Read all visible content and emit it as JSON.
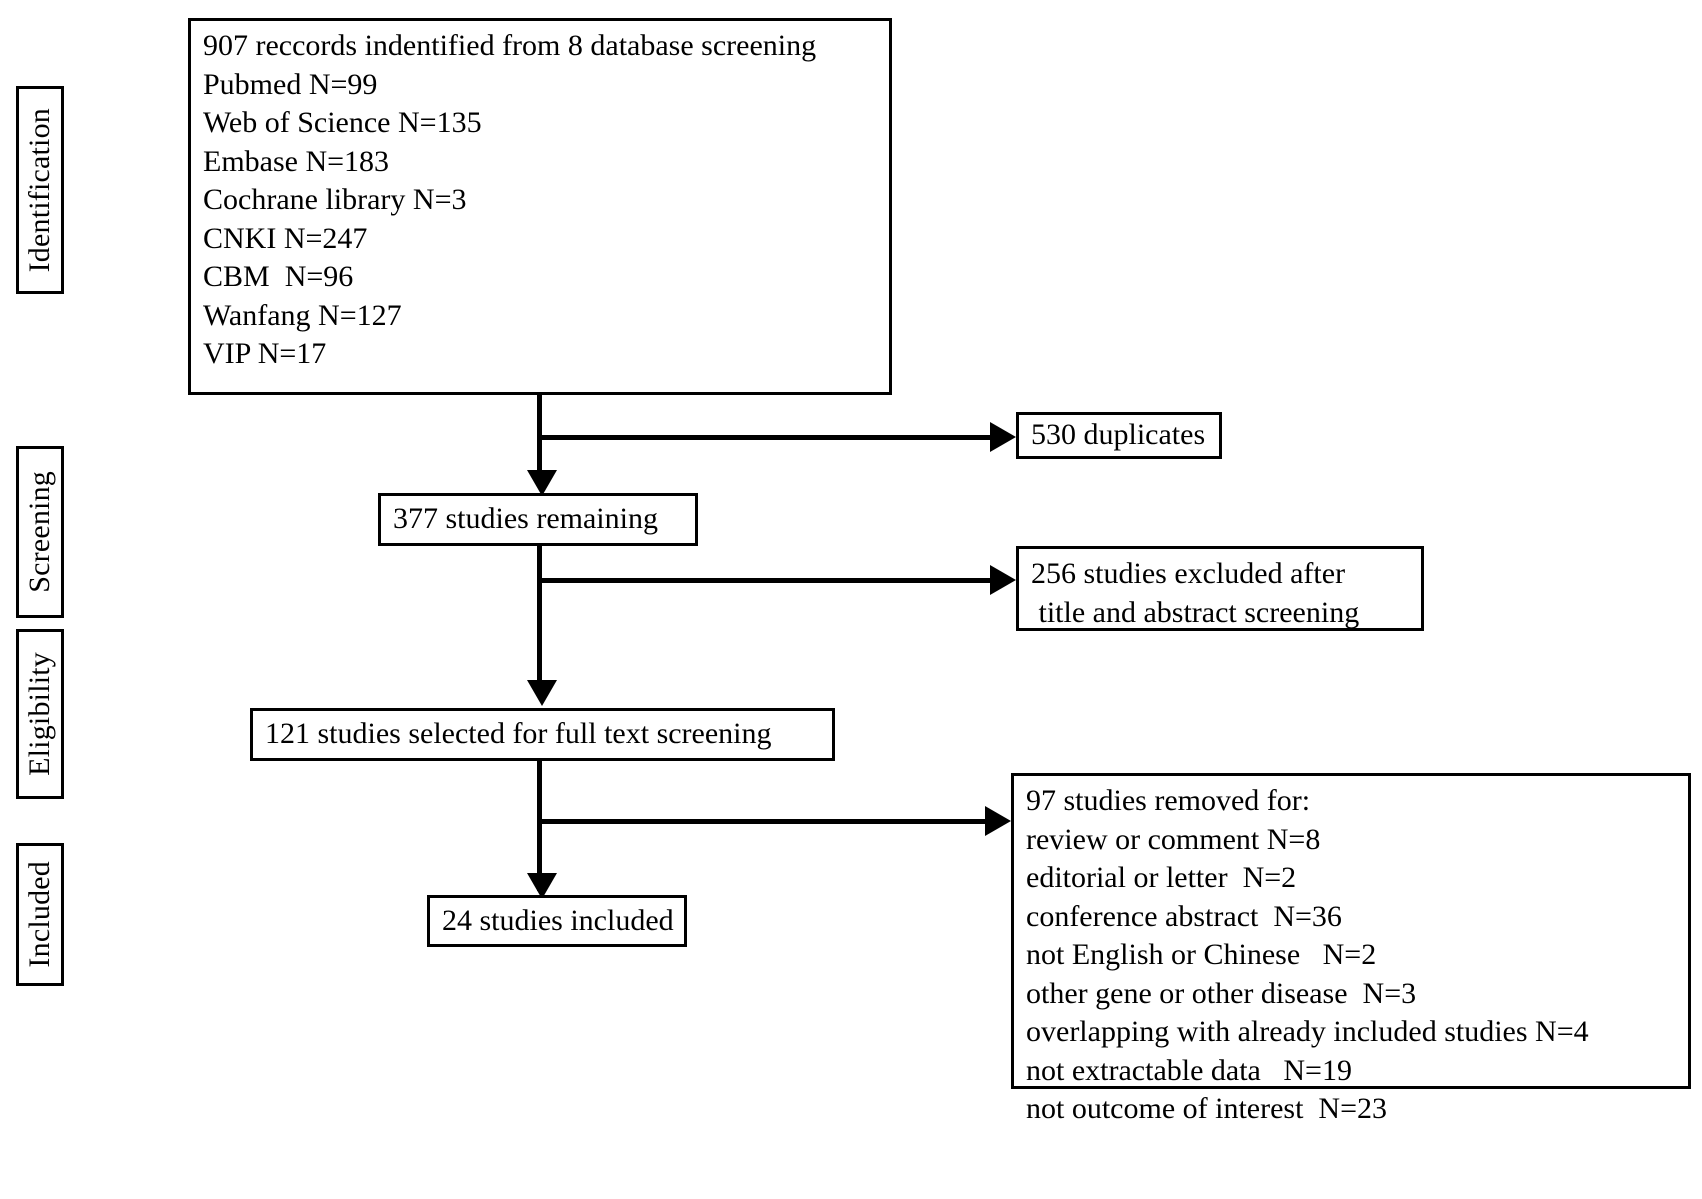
{
  "diagram": {
    "title": "PRISMA study selection flow diagram",
    "stages": [
      {
        "label": "Identification"
      },
      {
        "label": "Screening"
      },
      {
        "label": "Eligibility"
      },
      {
        "label": "Included"
      }
    ],
    "boxes": {
      "identification": {
        "lines": [
          "907 reccords indentified from 8 database screening",
          "Pubmed N=99",
          "Web of Science N=135",
          "Embase N=183",
          "Cochrane library N=3",
          "CNKI N=247",
          "CBM  N=96",
          "Wanfang N=127",
          "VIP N=17"
        ]
      },
      "duplicates": {
        "lines": [
          "530 duplicates"
        ]
      },
      "remaining": {
        "lines": [
          "377 studies remaining"
        ]
      },
      "excluded_screening": {
        "lines": [
          "256 studies excluded after",
          " title and abstract screening"
        ]
      },
      "full_text": {
        "lines": [
          "121 studies selected for full text screening"
        ]
      },
      "removed_full_text": {
        "lines": [
          "97 studies removed for:",
          "review or comment N=8",
          "editorial or letter  N=2",
          "conference abstract  N=36",
          "not English or Chinese   N=2",
          "other gene or other disease  N=3",
          "overlapping with already included studies N=4",
          "not extractable data   N=19",
          "not outcome of interest  N=23"
        ]
      },
      "included": {
        "lines": [
          "24 studies included"
        ]
      }
    },
    "colors": {
      "stroke": "#000000",
      "background": "#ffffff",
      "text": "#000000"
    }
  }
}
